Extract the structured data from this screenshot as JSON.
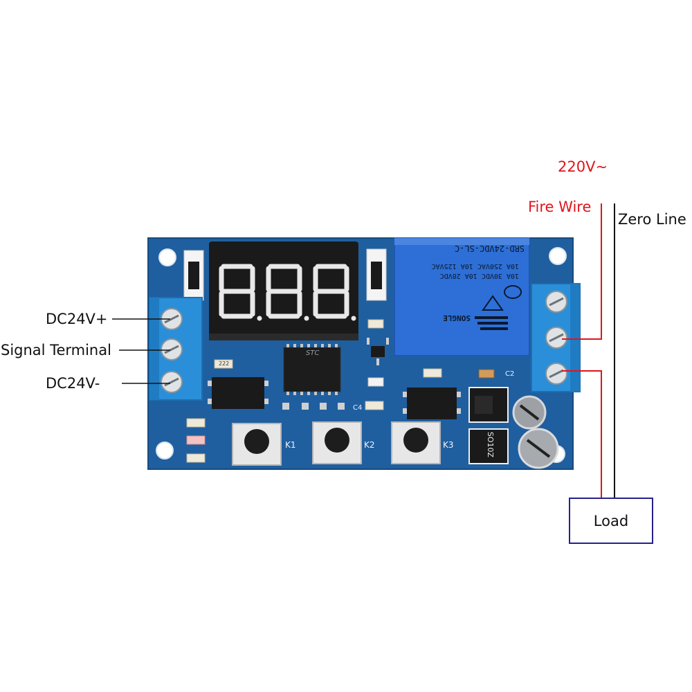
{
  "supply": {
    "label": "220V~"
  },
  "wires": {
    "fire": "Fire Wire",
    "zero": "Zero Line"
  },
  "terminals": {
    "pos": "DC24V+",
    "signal": "Signal Terminal",
    "neg": "DC24V-"
  },
  "load": {
    "label": "Load"
  },
  "board": {
    "buttons": [
      "K1",
      "K2",
      "K3"
    ],
    "caps": {
      "c2": "C2",
      "c4": "C4"
    },
    "relay": {
      "model": "SRD-24VDC-SL-C",
      "rating1": "10A 250VAC 10A 125VAC",
      "rating2": "10A 30VDC 10A 28VDC",
      "brand": "SONGLE"
    },
    "chip": "STC",
    "regulator": "SO10Z",
    "smd_code": "222"
  },
  "colors": {
    "fire_wire": "#e0141a",
    "zero_wire": "#111111",
    "pcb": "#1f5fa0",
    "relay": "#2d6fd6",
    "display": "#1a1a1a",
    "segment": "#e8e8e8",
    "terminal": "#2a8fd8"
  }
}
